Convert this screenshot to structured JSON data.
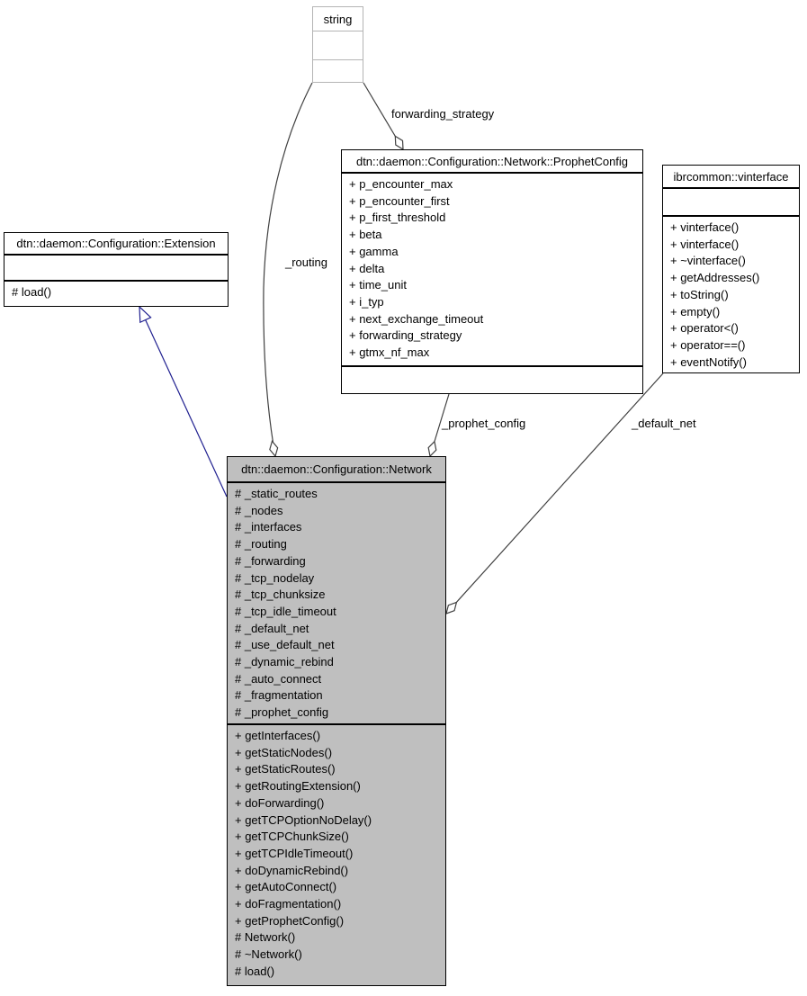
{
  "diagram": {
    "classes": {
      "string": {
        "title": "string",
        "attributes": [],
        "methods": []
      },
      "prophet": {
        "title": "dtn::daemon::Configuration::Network::ProphetConfig",
        "attributes": [
          "+ p_encounter_max",
          "+ p_encounter_first",
          "+ p_first_threshold",
          "+ beta",
          "+ gamma",
          "+ delta",
          "+ time_unit",
          "+ i_typ",
          "+ next_exchange_timeout",
          "+ forwarding_strategy",
          "+ gtmx_nf_max"
        ],
        "methods": []
      },
      "vinterface": {
        "title": "ibrcommon::vinterface",
        "attributes": [],
        "methods": [
          "+ vinterface()",
          "+ vinterface()",
          "+ ~vinterface()",
          "+ getAddresses()",
          "+ toString()",
          "+ empty()",
          "+ operator<()",
          "+ operator==()",
          "+ eventNotify()"
        ]
      },
      "extension": {
        "title": "dtn::daemon::Configuration::Extension",
        "attributes": [],
        "methods": [
          "# load()"
        ]
      },
      "network": {
        "title": "dtn::daemon::Configuration::Network",
        "attributes": [
          "# _static_routes",
          "# _nodes",
          "# _interfaces",
          "# _routing",
          "# _forwarding",
          "# _tcp_nodelay",
          "# _tcp_chunksize",
          "# _tcp_idle_timeout",
          "# _default_net",
          "# _use_default_net",
          "# _dynamic_rebind",
          "# _auto_connect",
          "# _fragmentation",
          "# _prophet_config"
        ],
        "methods": [
          "+ getInterfaces()",
          "+ getStaticNodes()",
          "+ getStaticRoutes()",
          "+ getRoutingExtension()",
          "+ doForwarding()",
          "+ getTCPOptionNoDelay()",
          "+ getTCPChunkSize()",
          "+ getTCPIdleTimeout()",
          "+ doDynamicRebind()",
          "+ getAutoConnect()",
          "+ doFragmentation()",
          "+ getProphetConfig()",
          "# Network()",
          "# ~Network()",
          "# load()"
        ]
      }
    },
    "edges": {
      "forwarding_strategy": {
        "label": "forwarding_strategy",
        "type": "aggregation"
      },
      "routing": {
        "label": "_routing",
        "type": "aggregation"
      },
      "prophet_config": {
        "label": "_prophet_config",
        "type": "aggregation"
      },
      "default_net": {
        "label": "_default_net",
        "type": "aggregation"
      },
      "inheritance": {
        "label": "",
        "type": "generalization"
      }
    },
    "colors": {
      "edge": "#404040",
      "inheritance": "#202090",
      "highlight_fill": "#bfbfbf",
      "box_fill": "#ffffff",
      "string_border": "#b4b4b4"
    }
  }
}
